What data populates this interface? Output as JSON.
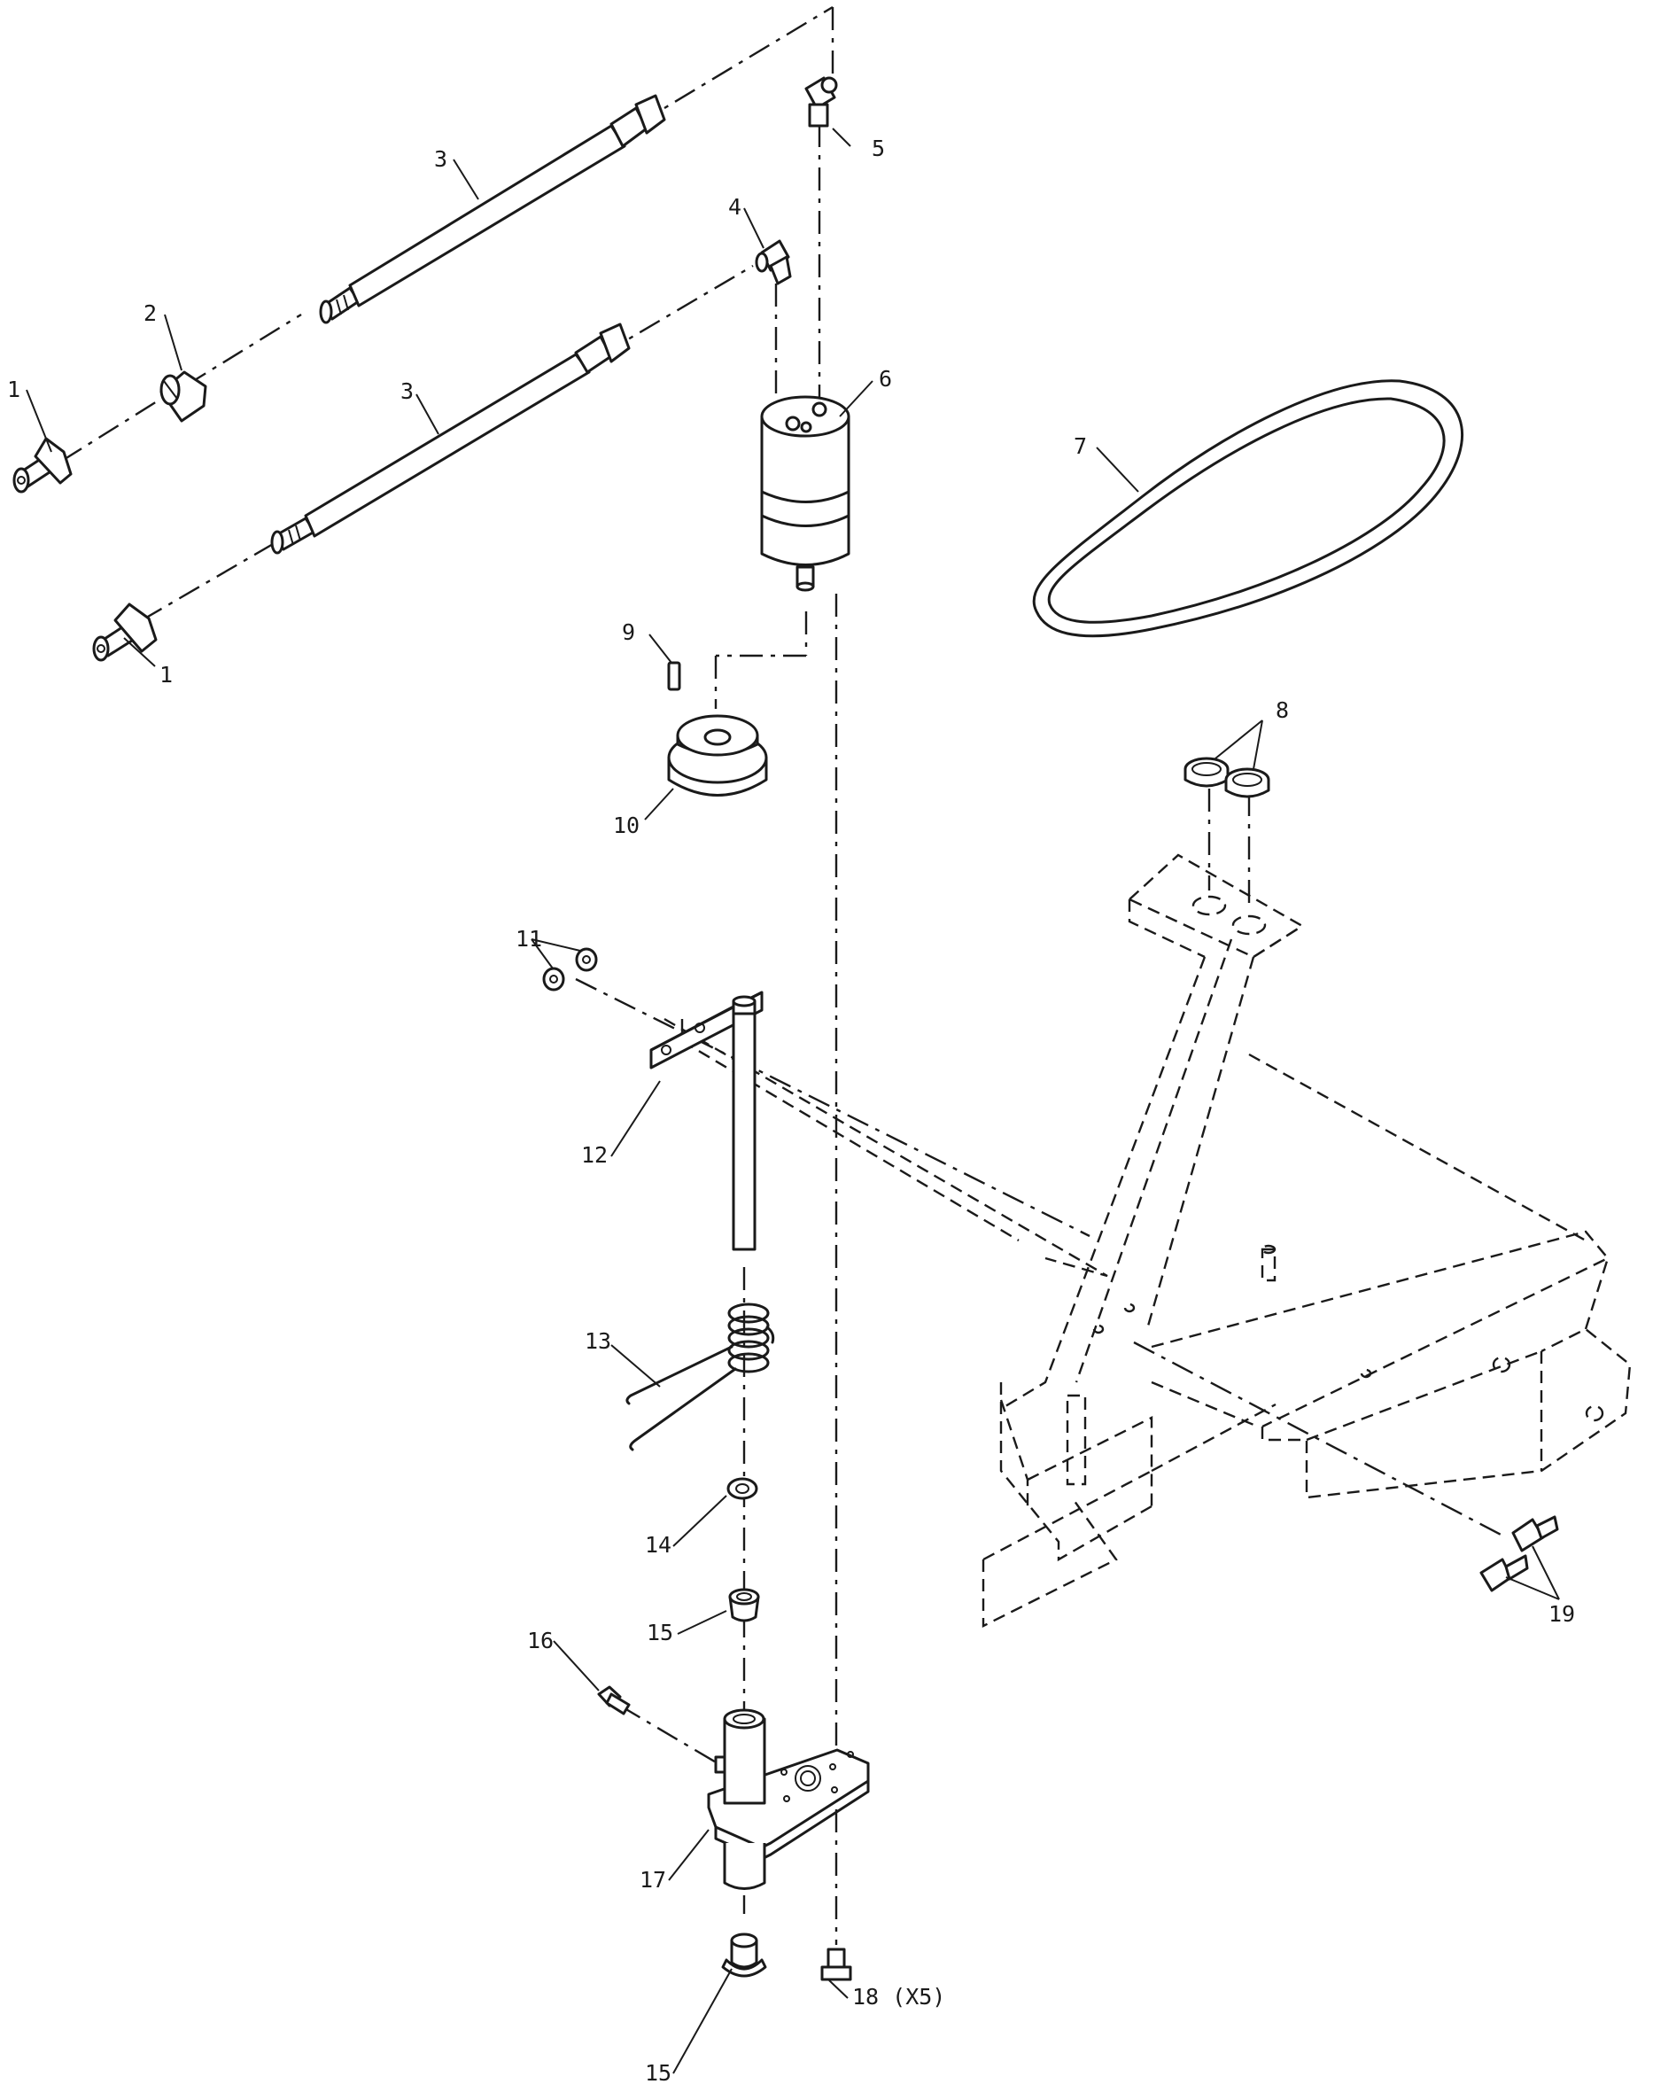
{
  "callouts": {
    "c1a": "1",
    "c1b": "1",
    "c2": "2",
    "c3a": "3",
    "c3b": "3",
    "c4": "4",
    "c5": "5",
    "c6": "6",
    "c7": "7",
    "c8": "8",
    "c9": "9",
    "c10": "10",
    "c11": "11",
    "c12": "12",
    "c13": "13",
    "c14": "14",
    "c15a": "15",
    "c15b": "15",
    "c16": "16",
    "c17": "17",
    "c18": "18 (X5)",
    "c19": "19"
  }
}
